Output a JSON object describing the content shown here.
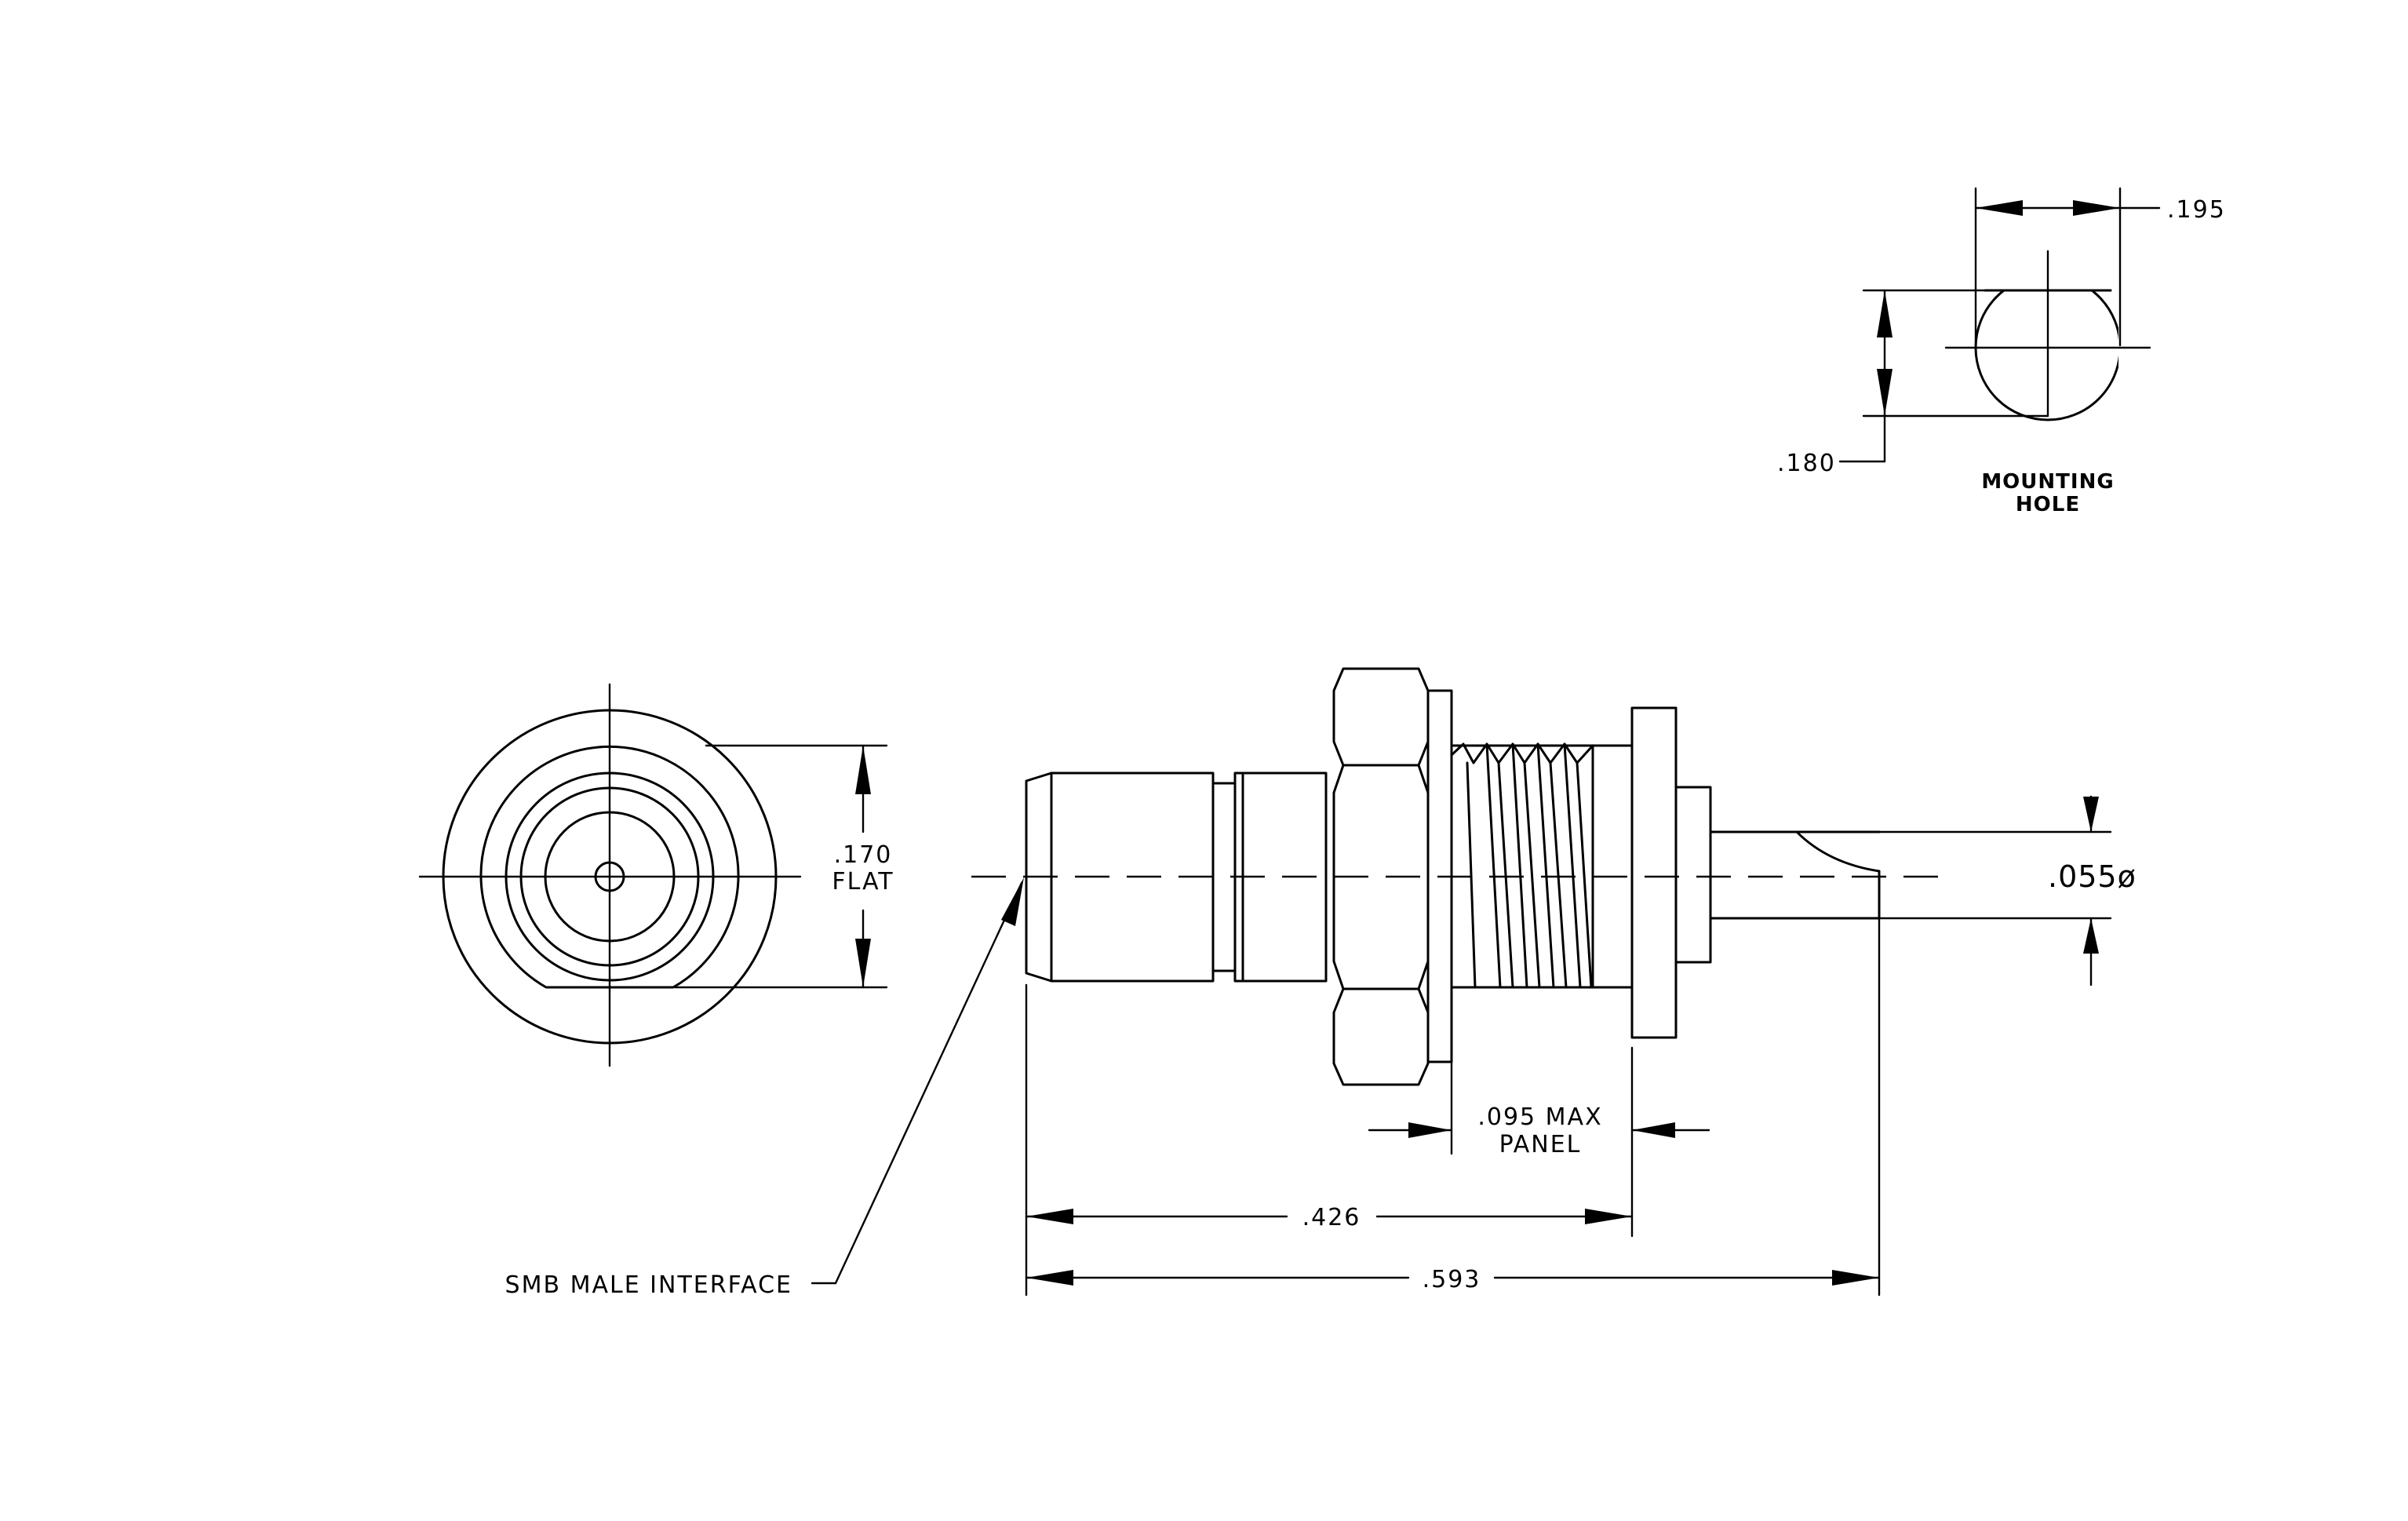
{
  "drawing": {
    "callouts": {
      "mounting_hole_width": ".195",
      "mounting_hole_height": ".180",
      "mounting_hole_title_line1": "MOUNTING",
      "mounting_hole_title_line2": "HOLE",
      "flat_value": ".170",
      "flat_label": "FLAT",
      "pin_diameter": ".055ø",
      "panel_line1": ".095 MAX",
      "panel_line2": "PANEL",
      "length_short": ".426",
      "length_total": ".593",
      "interface_label": "SMB MALE INTERFACE"
    }
  }
}
